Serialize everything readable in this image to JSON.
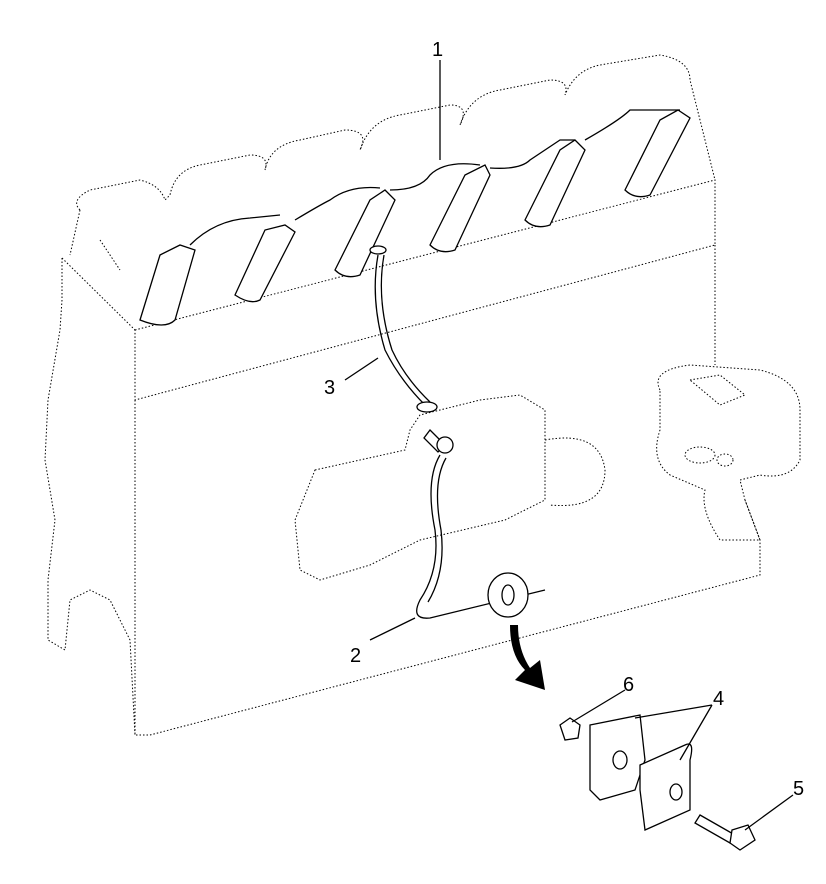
{
  "diagram": {
    "type": "exploded-parts-diagram",
    "callouts": [
      {
        "id": "callout-1",
        "label": "1"
      },
      {
        "id": "callout-2",
        "label": "2"
      },
      {
        "id": "callout-3",
        "label": "3"
      },
      {
        "id": "callout-4",
        "label": "4"
      },
      {
        "id": "callout-5",
        "label": "5"
      },
      {
        "id": "callout-6",
        "label": "6"
      }
    ]
  }
}
